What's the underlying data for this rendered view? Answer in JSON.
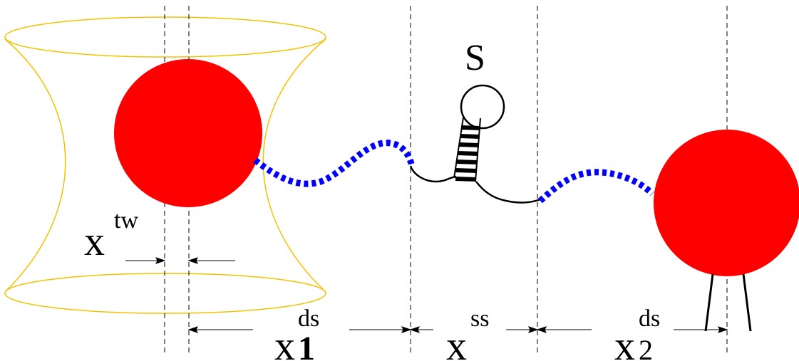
{
  "labels": {
    "hairpin": "S",
    "x_tw": "x",
    "x_tw_sup": "tw",
    "x1": "x",
    "x1_sub": "1",
    "x1_sup": "ds",
    "xss": "x",
    "xss_sup": "ss",
    "x2": "x",
    "x2_sub": "2",
    "x2_sup": "ds"
  },
  "colors": {
    "bead": "#ff0000",
    "dsDNA": "#0000ff",
    "trap": "#f2c200",
    "line": "#000000"
  }
}
